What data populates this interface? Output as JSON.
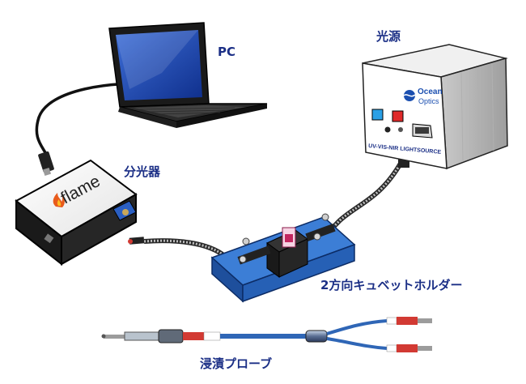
{
  "labels": {
    "pc": "PC",
    "light_source": "光源",
    "spectrometer": "分光器",
    "cuvette_holder": "2方向キュベットホルダー",
    "dip_probe": "浸漬プローブ"
  },
  "brand": {
    "spectrometer_logo": "flame",
    "light_source_logo_line1": "Ocean",
    "light_source_logo_line2": "Optics",
    "light_source_model": "UV-VIS-NIR LIGHTSOURCE"
  },
  "colors": {
    "label_text": "#1b2f86",
    "holder_base": "#2f6fc8",
    "probe_connector": "#d23a33",
    "cable": "#111111"
  }
}
